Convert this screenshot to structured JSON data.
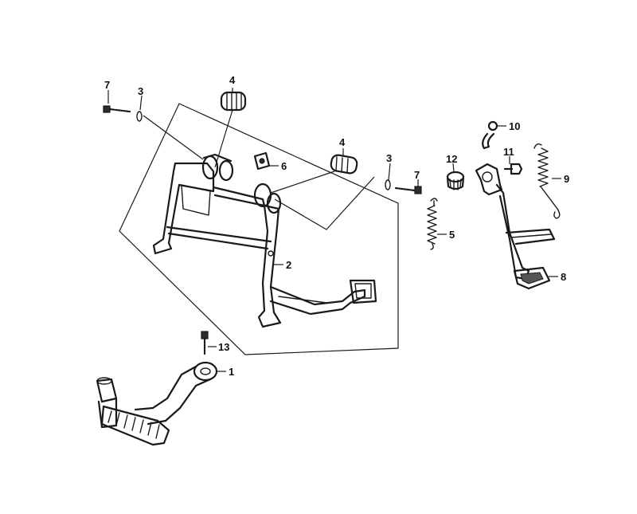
{
  "callouts": {
    "c1": "1",
    "c2": "2",
    "c3a": "3",
    "c3b": "3",
    "c4a": "4",
    "c4b": "4",
    "c5": "5",
    "c6": "6",
    "c7a": "7",
    "c7b": "7",
    "c8": "8",
    "c9": "9",
    "c10": "10",
    "c11": "11",
    "c12": "12",
    "c13": "13"
  }
}
